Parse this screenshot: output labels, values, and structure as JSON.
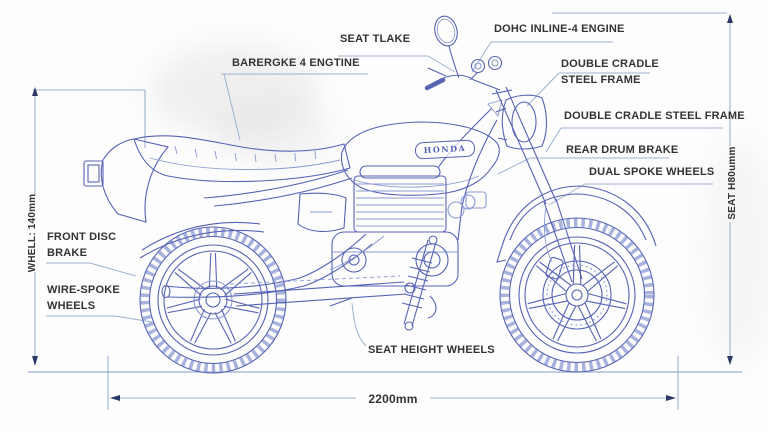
{
  "title": "Honda motorcycle blueprint diagram",
  "colors": {
    "line_blue": "#5663b4",
    "line_light_blue": "#8b9ad2",
    "dimension_line": "#9db1cf",
    "arrow": "#2c3866",
    "label_text": "#333333",
    "background": "#fdfdfd"
  },
  "bike": {
    "brand": "HONDA"
  },
  "callouts": {
    "seat_tlake": "SEAT TLAKE",
    "barergke_engine": "BARERGKE 4 ENGTINE",
    "dohc_engine": "DOHC INLINE-4 ENGINE",
    "double_cradle_l1": "DOUBLE CRADLE",
    "double_cradle_l2": "STEEL FRAME",
    "double_cradle_steel_frame": "DOUBLE CRADLE STEEL FRAME",
    "rear_drum_brake": "REAR DRUM BRAKE",
    "dual_spoke_wheels": "DUAL SPOKE WHEELS",
    "front_disc_l1": "FRONT DISC",
    "front_disc_l2": "BRAKE",
    "wire_spoke_l1": "WIRE-SPOKE",
    "wire_spoke_l2": "WHEELS",
    "seat_height_wheels": "SEAT HEIGHT WHEELS"
  },
  "dimensions": {
    "height_left": "WHELL: 140mm",
    "height_right": "SEAT H80umm",
    "length_bottom": "2200mm"
  }
}
